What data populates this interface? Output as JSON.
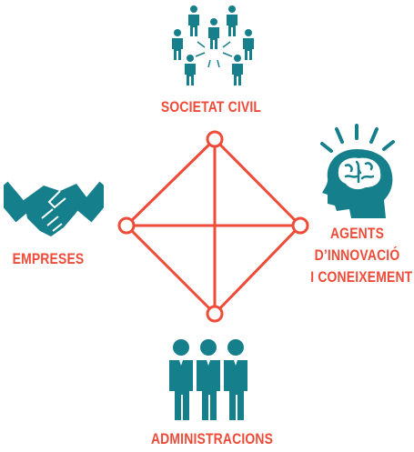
{
  "nodes": {
    "top": {
      "label": "SOCIETAT CIVIL",
      "icon": "network-people-icon"
    },
    "left": {
      "label": "EMPRESES",
      "icon": "handshake-icon"
    },
    "right": {
      "label_lines": [
        "AGENTS",
        "D’INNOVACIÓ",
        "I CONEIXEMENT"
      ],
      "icon": "head-brain-icon"
    },
    "bottom": {
      "label": "ADMINISTRACIONS",
      "icon": "three-people-icon"
    }
  },
  "colors": {
    "accent": "#ef4b39",
    "icon": "#167f8c"
  }
}
